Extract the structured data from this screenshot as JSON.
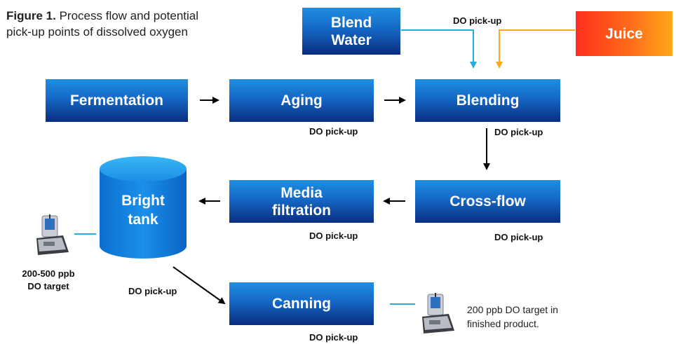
{
  "caption": {
    "figure_label": "Figure 1.",
    "text_line1": "Process flow and potential",
    "text_line2": "pick-up points of dissolved oxygen"
  },
  "boxes": {
    "blend_water_line1": "Blend",
    "blend_water_line2": "Water",
    "juice": "Juice",
    "fermentation": "Fermentation",
    "aging": "Aging",
    "blending": "Blending",
    "cross_flow": "Cross-flow",
    "media_filtration_line1": "Media",
    "media_filtration_line2": "filtration",
    "bright_tank_line1": "Bright",
    "bright_tank_line2": "tank",
    "canning": "Canning"
  },
  "labels": {
    "do_pickup_top": "DO pick-up",
    "do_pickup_aging": "DO pick-up",
    "do_pickup_blending": "DO pick-up",
    "do_pickup_media": "DO pick-up",
    "do_pickup_crossflow": "DO pick-up",
    "do_pickup_tank": "DO pick-up",
    "do_pickup_canning": "DO pick-up"
  },
  "targets": {
    "tank_target_line1": "200-500 ppb",
    "tank_target_line2": "DO target",
    "finished_line1": "200 ppb DO target in",
    "finished_line2": "finished product."
  },
  "colors": {
    "box_top": "#1e8fe0",
    "box_bottom": "#0a2d7e",
    "juice_left": "#ff2f1f",
    "juice_right": "#ffa81a",
    "blend_water_line": "#29abe2",
    "juice_line": "#f7a81b",
    "arrow": "#000000"
  },
  "icons": [
    "do-meter-icon",
    "do-meter-icon"
  ]
}
